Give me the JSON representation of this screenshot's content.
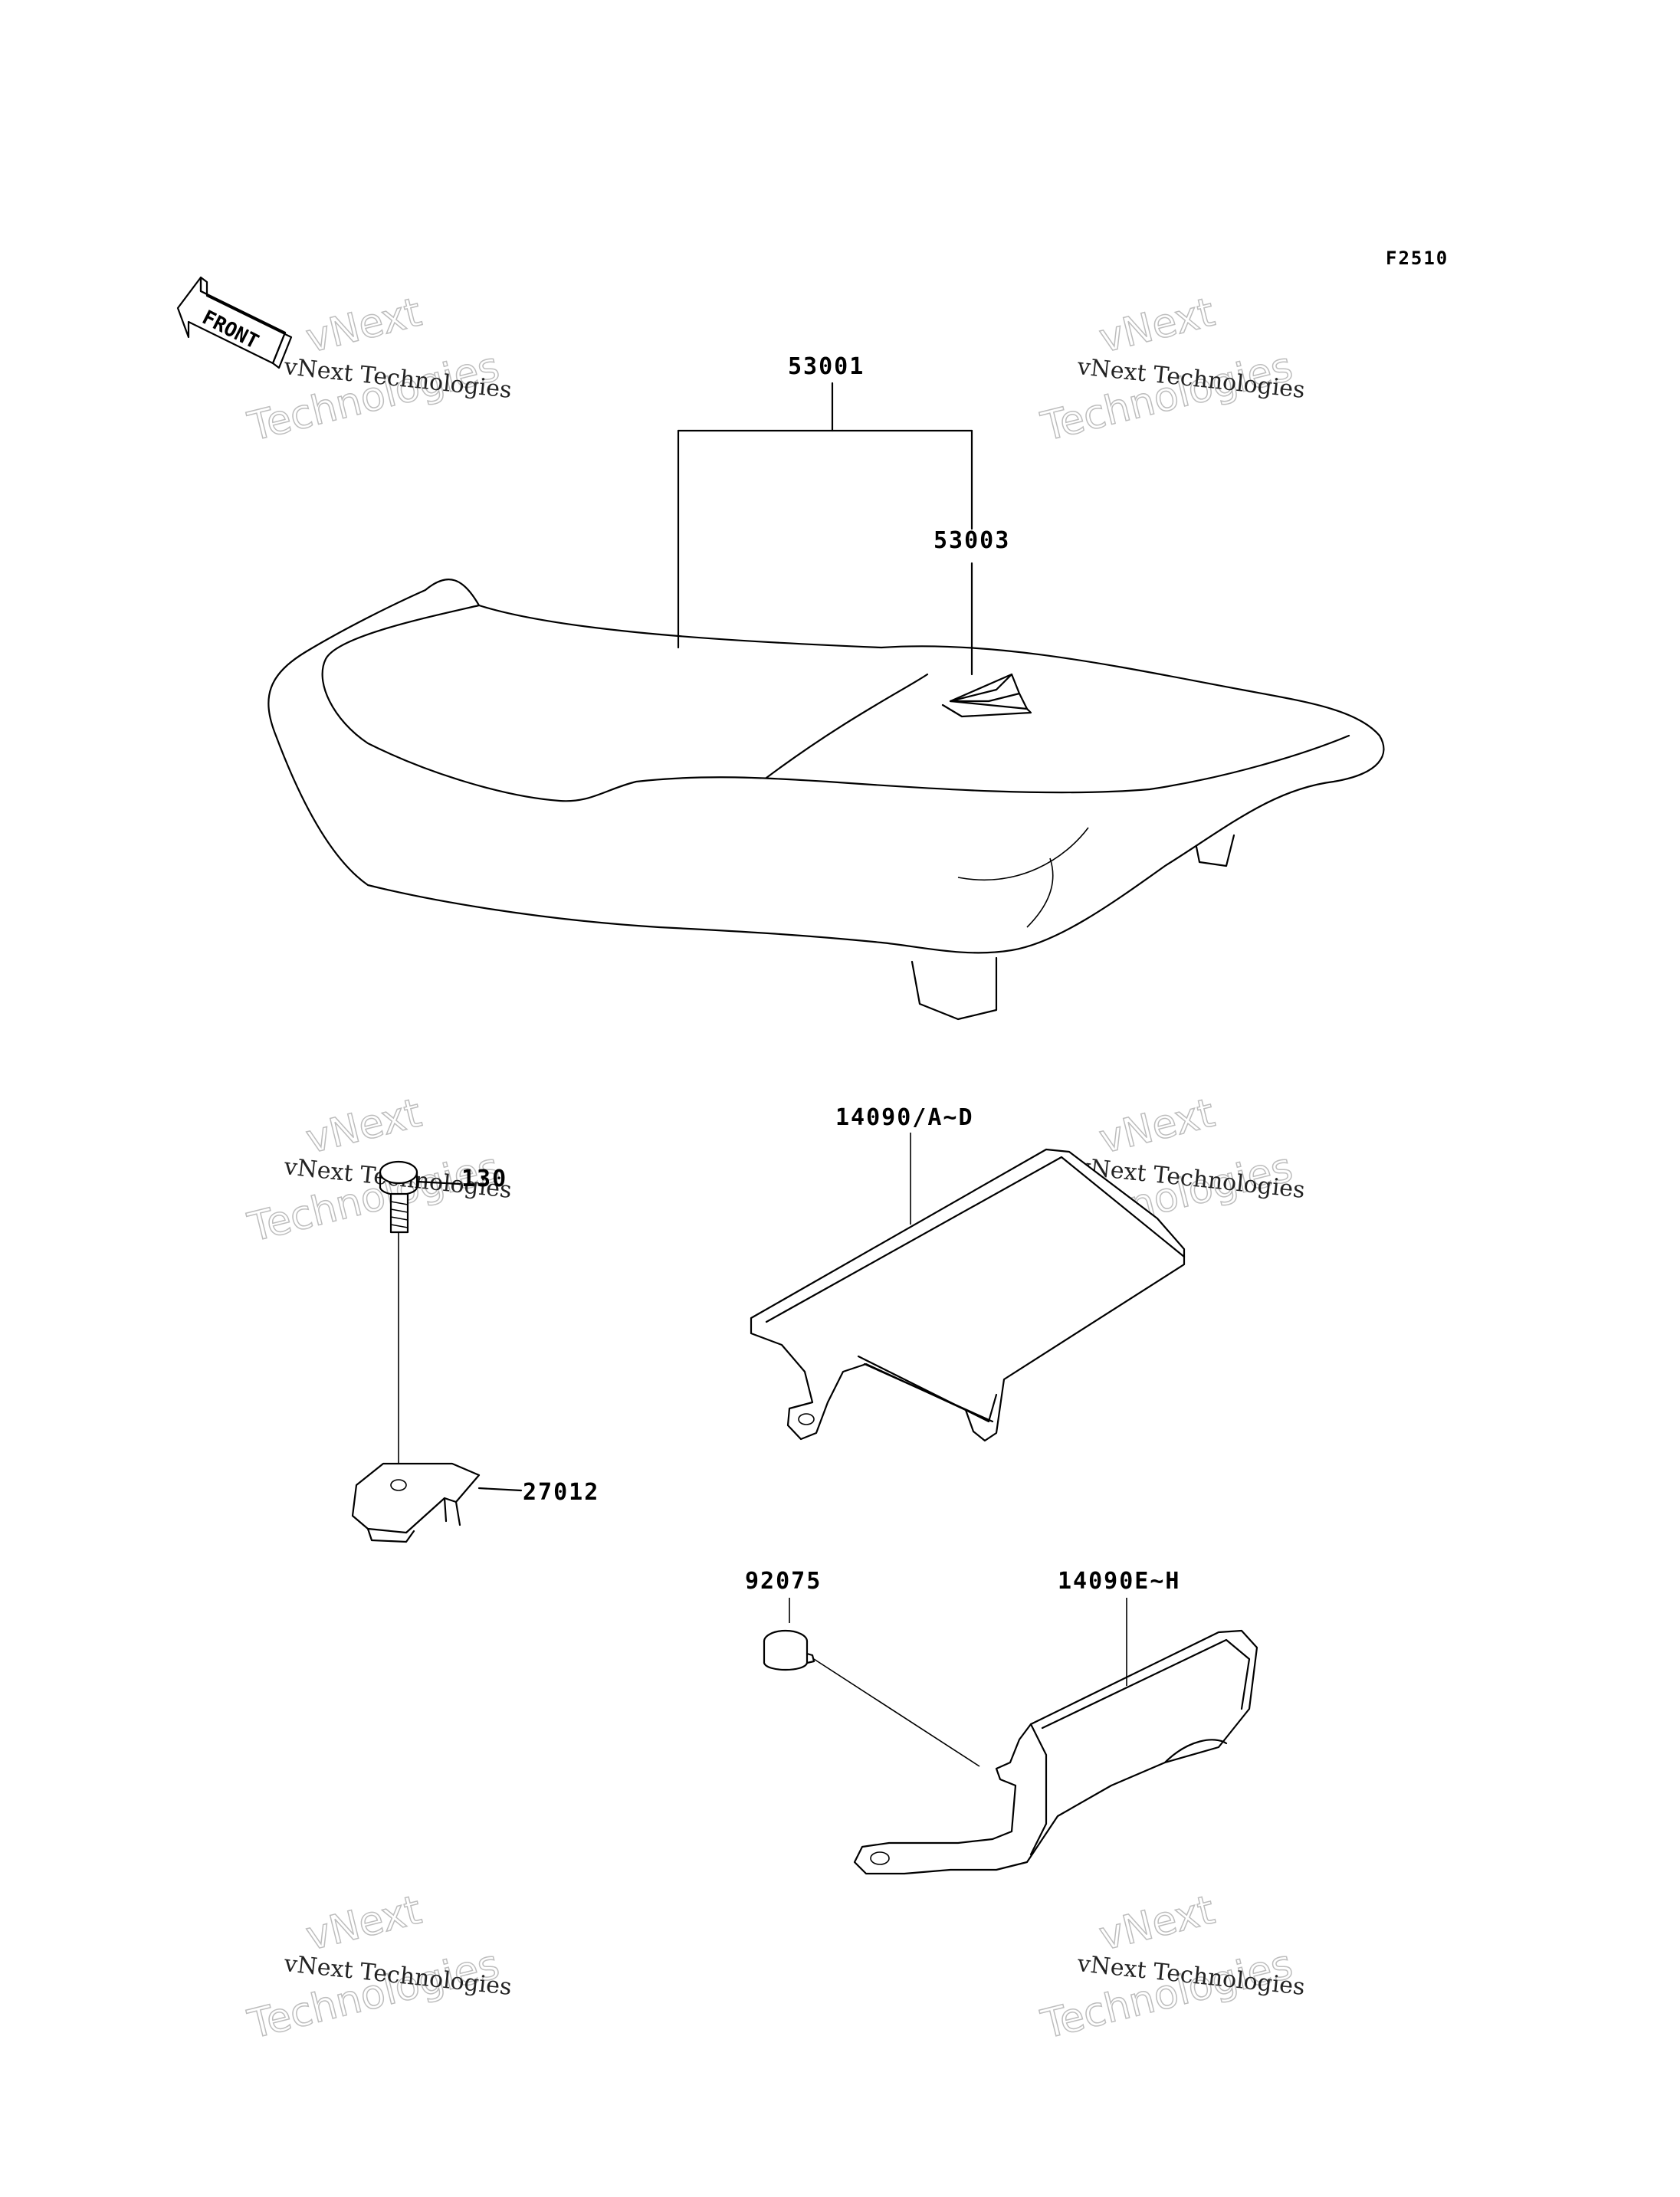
{
  "figure_code": "F2510",
  "front_arrow": {
    "label": "FRONT"
  },
  "callouts": {
    "seat_assy": "53001",
    "seat_cover": "53003",
    "cover_a_d": "14090/A~D",
    "bolt": "130",
    "bracket": "27012",
    "damper": "92075",
    "cover_e_h": "14090E~H"
  },
  "watermark": {
    "text_small": "vNext Technologies",
    "text_line1": "vNext",
    "text_line2": "Technologies"
  }
}
